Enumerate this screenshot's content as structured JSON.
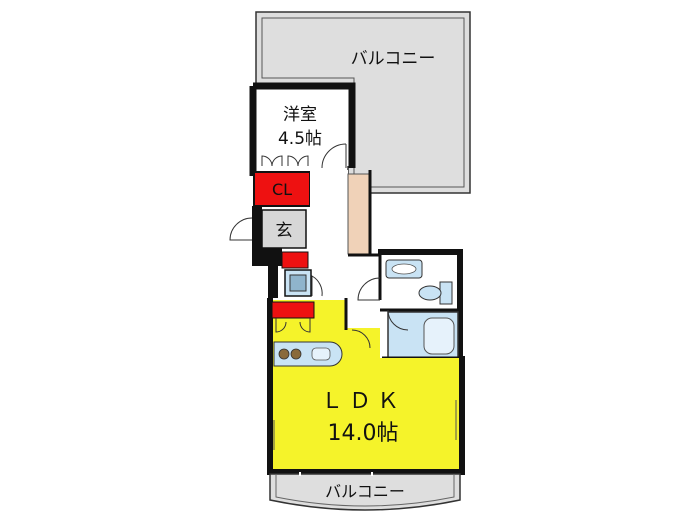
{
  "rooms": {
    "balcony_top": "バルコニー",
    "western_room_name": "洋室",
    "western_room_size": "4.5帖",
    "closet": "CL",
    "entrance": "玄",
    "ldk_name": "ＬＤＫ",
    "ldk_size": "14.0帖",
    "balcony_bottom": "バルコニー"
  },
  "colors": {
    "ldk": "#f5f32a",
    "closet": "#ee1111",
    "balcony": "#dedede",
    "wet_area": "#c9e3f4",
    "entrance_floor": "#d7d7d7",
    "corridor_storage": "#f0d2b8",
    "wall": "#111111"
  }
}
